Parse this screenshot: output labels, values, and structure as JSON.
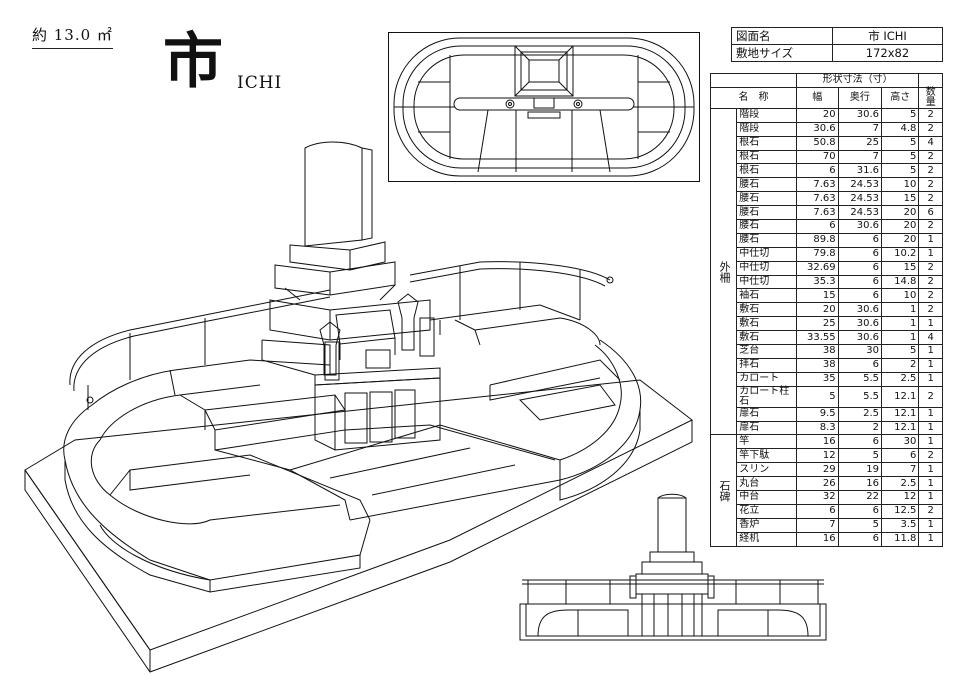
{
  "header": {
    "area": "約 13.0 ㎡",
    "title_kanji": "市",
    "title_roman": "ICHI"
  },
  "info": {
    "drawing_name_label": "図面名",
    "drawing_name_value": "市  ICHI",
    "site_size_label": "敷地サイズ",
    "site_size_value": "172x82"
  },
  "parts_table": {
    "header_dims": "形状寸法（寸）",
    "header_name": "名　称",
    "header_width": "幅",
    "header_depth": "奥行",
    "header_height": "高さ",
    "header_qty": "数量",
    "groups": [
      {
        "label": "外柵",
        "rows": [
          {
            "name": "階段",
            "w": "20",
            "d": "30.6",
            "h": "5",
            "q": "2"
          },
          {
            "name": "階段",
            "w": "30.6",
            "d": "7",
            "h": "4.8",
            "q": "2"
          },
          {
            "name": "根石",
            "w": "50.8",
            "d": "25",
            "h": "5",
            "q": "4"
          },
          {
            "name": "根石",
            "w": "70",
            "d": "7",
            "h": "5",
            "q": "2"
          },
          {
            "name": "根石",
            "w": "6",
            "d": "31.6",
            "h": "5",
            "q": "2"
          },
          {
            "name": "腰石",
            "w": "7.63",
            "d": "24.53",
            "h": "10",
            "q": "2"
          },
          {
            "name": "腰石",
            "w": "7.63",
            "d": "24.53",
            "h": "15",
            "q": "2"
          },
          {
            "name": "腰石",
            "w": "7.63",
            "d": "24.53",
            "h": "20",
            "q": "6"
          },
          {
            "name": "腰石",
            "w": "6",
            "d": "30.6",
            "h": "20",
            "q": "2"
          },
          {
            "name": "腰石",
            "w": "89.8",
            "d": "6",
            "h": "20",
            "q": "1"
          },
          {
            "name": "中仕切",
            "w": "79.8",
            "d": "6",
            "h": "10.2",
            "q": "1"
          },
          {
            "name": "中仕切",
            "w": "32.69",
            "d": "6",
            "h": "15",
            "q": "2"
          },
          {
            "name": "中仕切",
            "w": "35.3",
            "d": "6",
            "h": "14.8",
            "q": "2"
          },
          {
            "name": "袖石",
            "w": "15",
            "d": "6",
            "h": "10",
            "q": "2"
          },
          {
            "name": "敷石",
            "w": "20",
            "d": "30.6",
            "h": "1",
            "q": "2"
          },
          {
            "name": "敷石",
            "w": "25",
            "d": "30.6",
            "h": "1",
            "q": "1"
          },
          {
            "name": "敷石",
            "w": "33.55",
            "d": "30.6",
            "h": "1",
            "q": "4"
          },
          {
            "name": "芝台",
            "w": "38",
            "d": "30",
            "h": "5",
            "q": "1"
          },
          {
            "name": "拝石",
            "w": "38",
            "d": "6",
            "h": "2",
            "q": "1"
          },
          {
            "name": "カロート",
            "w": "35",
            "d": "5.5",
            "h": "2.5",
            "q": "1"
          },
          {
            "name": "カロート柱石",
            "w": "5",
            "d": "5.5",
            "h": "12.1",
            "q": "2"
          },
          {
            "name": "扉石",
            "w": "9.5",
            "d": "2.5",
            "h": "12.1",
            "q": "1"
          },
          {
            "name": "扉石",
            "w": "8.3",
            "d": "2",
            "h": "12.1",
            "q": "1"
          }
        ]
      },
      {
        "label": "石碑",
        "rows": [
          {
            "name": "竿",
            "w": "16",
            "d": "6",
            "h": "30",
            "q": "1"
          },
          {
            "name": "竿下駄",
            "w": "12",
            "d": "5",
            "h": "6",
            "q": "2"
          },
          {
            "name": "スリン",
            "w": "29",
            "d": "19",
            "h": "7",
            "q": "1"
          },
          {
            "name": "丸台",
            "w": "26",
            "d": "16",
            "h": "2.5",
            "q": "1"
          },
          {
            "name": "中台",
            "w": "32",
            "d": "22",
            "h": "12",
            "q": "1"
          },
          {
            "name": "花立",
            "w": "6",
            "d": "6",
            "h": "12.5",
            "q": "2"
          },
          {
            "name": "香炉",
            "w": "7",
            "d": "5",
            "h": "3.5",
            "q": "1"
          },
          {
            "name": "経机",
            "w": "16",
            "d": "6",
            "h": "11.8",
            "q": "1"
          }
        ]
      }
    ]
  }
}
